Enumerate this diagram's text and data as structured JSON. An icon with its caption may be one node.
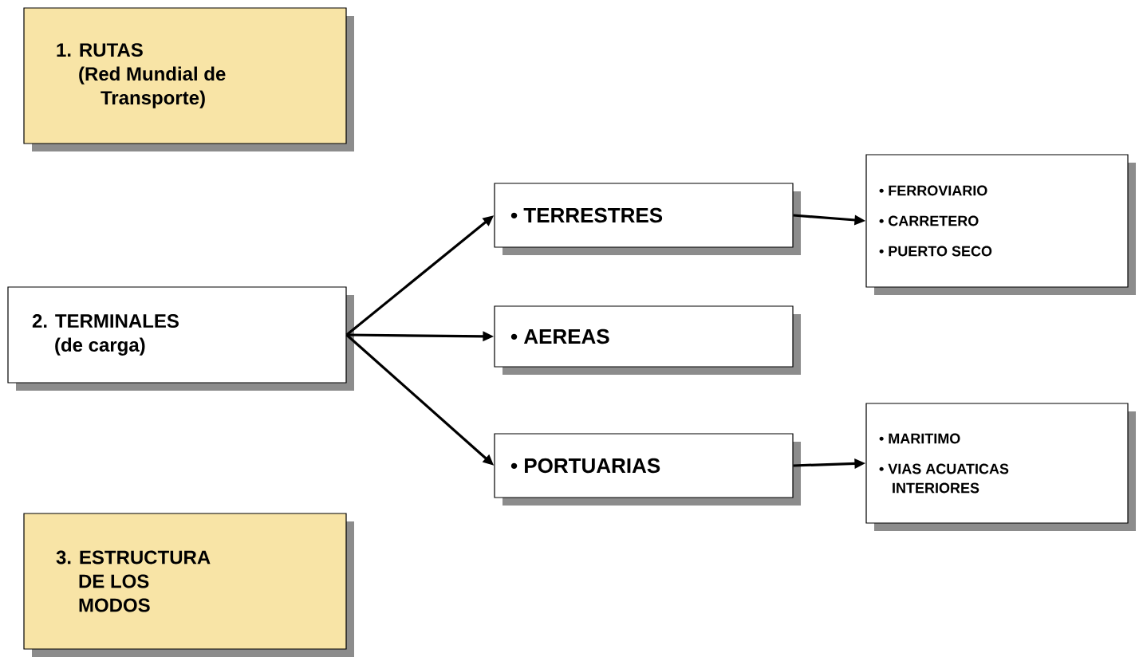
{
  "diagram": {
    "nodes": [
      {
        "text": [
          "1. RUTAS",
          "(Red Mundial de Transporte)"
        ]
      },
      {
        "text": [
          "2. TERMINALES",
          "(de carga)"
        ]
      },
      {
        "text": [
          "• TERRESTRES"
        ]
      },
      {
        "text": [
          "• AEREAS"
        ]
      },
      {
        "text": [
          "• PORTUARIAS"
        ]
      },
      {
        "text": [
          "• FERROVIARIO",
          "• CARRETERO",
          "• PUERTO SECO"
        ]
      },
      {
        "text": [
          "• MARITIMO",
          "• VIAS ACUATICAS INTERIORES"
        ]
      },
      {
        "text": [
          "3. ESTRUCTURA DE LOS MODOS"
        ]
      }
    ],
    "edges": [
      {
        "from": 1,
        "to": 2,
        "arrow": "to"
      },
      {
        "from": 1,
        "to": 3,
        "arrow": "to"
      },
      {
        "from": 1,
        "to": 4,
        "arrow": "to"
      },
      {
        "from": 2,
        "to": 5,
        "arrow": "to"
      },
      {
        "from": 4,
        "to": 6,
        "arrow": "to"
      }
    ]
  }
}
